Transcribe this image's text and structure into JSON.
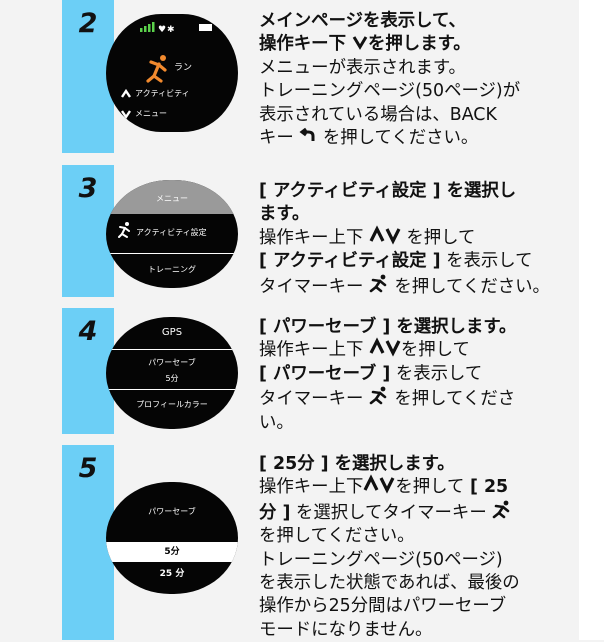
{
  "steps": [
    {
      "number": "2",
      "watch": {
        "activity": "ラン",
        "line1": "アクティビティ",
        "line2": "メニュー"
      },
      "lines": [
        {
          "bold": true,
          "text": "メインページを表示して、"
        },
        {
          "bold": true,
          "parts": [
            "操作キー下 ",
            "を押します。"
          ],
          "icon": "down-chevron-icon"
        },
        {
          "bold": false,
          "text": "メニューが表示されます。"
        },
        {
          "bold": false,
          "text": "トレーニングページ(50ページ)が"
        },
        {
          "bold": false,
          "text": "表示されている場合は、BACK"
        },
        {
          "bold": false,
          "parts": [
            "キー ",
            " を押してください。"
          ],
          "icon": "back-arrow-icon"
        }
      ]
    },
    {
      "number": "3",
      "watch": {
        "top": "メニュー",
        "mid": "アクティビティ設定",
        "bottom": "トレーニング"
      },
      "lines": [
        {
          "bold": true,
          "text": "[ アクティビティ設定 ] を選択し"
        },
        {
          "bold": true,
          "text": "ます。"
        },
        {
          "bold": false,
          "parts": [
            "操作キー上下 ",
            " を押して"
          ],
          "icon": "up-down-chevrons-icon"
        },
        {
          "bold": false,
          "parts": [
            "[ アクティビティ設定 ]",
            " を表示して"
          ]
        },
        {
          "bold": false,
          "parts": [
            "タイマーキー ",
            " を押してください。"
          ],
          "icon": "runner-icon"
        }
      ]
    },
    {
      "number": "4",
      "watch": {
        "top": "GPS",
        "mid1": "パワーセーブ",
        "mid2": "5分",
        "bottom": "プロフィールカラー"
      },
      "lines": [
        {
          "bold": true,
          "text": "[ パワーセーブ ] を選択します。"
        },
        {
          "bold": false,
          "parts": [
            "操作キー上下 ",
            "を押して"
          ],
          "icon": "up-down-chevrons-icon"
        },
        {
          "bold": false,
          "parts": [
            "[ パワーセーブ ]",
            " を表示して"
          ]
        },
        {
          "bold": false,
          "parts": [
            "タイマーキー ",
            " を押してくださ"
          ],
          "icon": "runner-icon"
        },
        {
          "bold": false,
          "text": "い。"
        }
      ]
    },
    {
      "number": "5",
      "watch": {
        "top": "パワーセーブ",
        "mid": "5分",
        "bottom": "25 分"
      },
      "lines": [
        {
          "bold": true,
          "text": "[ 25分 ] を選択します。"
        },
        {
          "bold": false,
          "parts": [
            "操作キー上下",
            "を押して ",
            "[ 25"
          ],
          "icon": "up-down-chevrons-icon"
        },
        {
          "bold": false,
          "parts": [
            "分 ]",
            " を選択してタイマーキー "
          ],
          "icon": "runner-icon"
        },
        {
          "bold": false,
          "text": "を押してください。"
        },
        {
          "bold": false,
          "text": "トレーニングページ(50ページ)"
        },
        {
          "bold": false,
          "text": "を表示した状態であれば、最後の"
        },
        {
          "bold": false,
          "text": "操作から25分間はパワーセーブ"
        },
        {
          "bold": false,
          "text": "モードになりません。"
        }
      ]
    }
  ]
}
